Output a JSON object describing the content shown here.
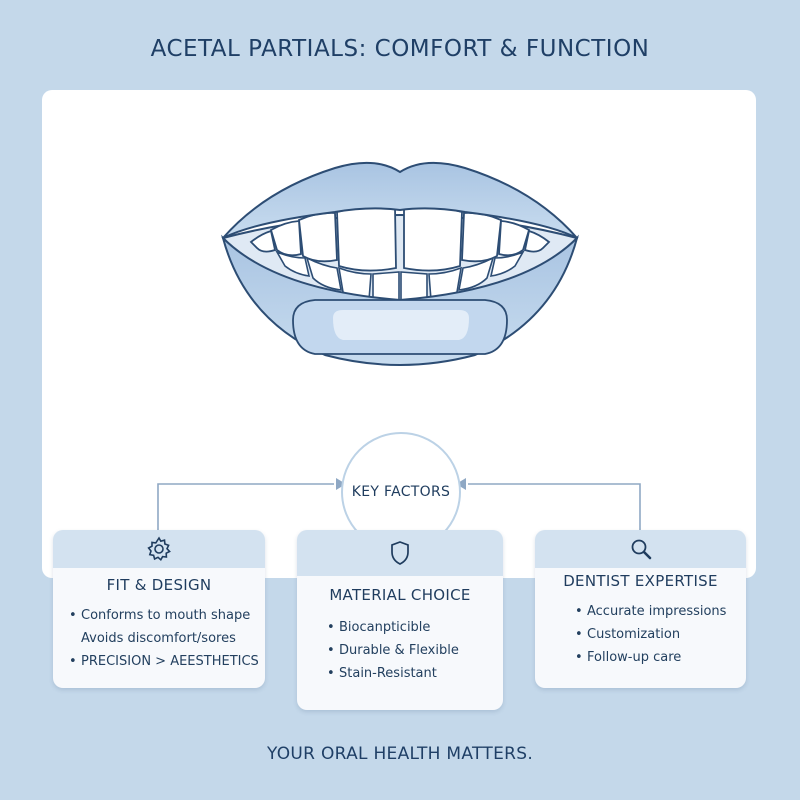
{
  "title": "ACETAL PARTIALS: COMFORT & FUNCTION",
  "center": {
    "label": "KEY FACTORS"
  },
  "cards": [
    {
      "icon": "gear-icon",
      "title": "FIT & DESIGN",
      "items": [
        "Conforms to mouth shape",
        "Avoids discomfort/sores",
        "PRECISION > AEESTHETICS"
      ],
      "bulleted": [
        true,
        false,
        true
      ]
    },
    {
      "icon": "shield-icon",
      "title": "MATERIAL CHOICE",
      "items": [
        "Biocanpticible",
        "Durable & Flexible",
        "Stain-Resistant"
      ],
      "bulleted": [
        true,
        true,
        true
      ]
    },
    {
      "icon": "magnifier-icon",
      "title": "DENTIST EXPERTISE",
      "items": [
        "Accurate impressions",
        "Customization",
        "Follow-up care"
      ],
      "bulleted": [
        true,
        true,
        true
      ]
    }
  ],
  "footer": "YOUR ORAL HEALTH MATTERS.",
  "colors": {
    "background": "#c4d8ea",
    "panel": "#ffffff",
    "accent": "#1f3c5e",
    "card_header": "#d3e2f0",
    "lips": "#bcd3eb"
  }
}
